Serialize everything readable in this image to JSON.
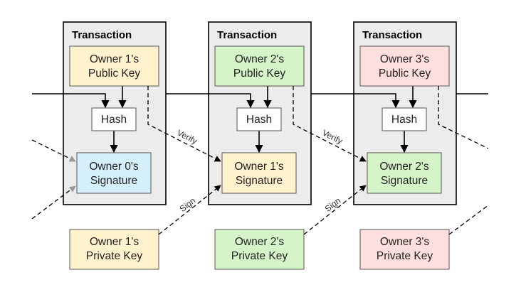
{
  "colors": {
    "yellow": "#fff2cc",
    "green": "#d5f5c8",
    "pink": "#ffdede",
    "blue": "#d6f0fb",
    "panel": "#ececec"
  },
  "transactions": [
    {
      "title": "Transaction",
      "public_key": [
        "Owner 1's",
        "Public Key"
      ],
      "hash": "Hash",
      "signature": [
        "Owner 0's",
        "Signature"
      ]
    },
    {
      "title": "Transaction",
      "public_key": [
        "Owner 2's",
        "Public Key"
      ],
      "hash": "Hash",
      "signature": [
        "Owner 1's",
        "Signature"
      ]
    },
    {
      "title": "Transaction",
      "public_key": [
        "Owner 3's",
        "Public Key"
      ],
      "hash": "Hash",
      "signature": [
        "Owner 2's",
        "Signature"
      ]
    }
  ],
  "private_keys": [
    [
      "Owner 1's",
      "Private Key"
    ],
    [
      "Owner 2's",
      "Private Key"
    ],
    [
      "Owner 3's",
      "Private Key"
    ]
  ],
  "edge_labels": {
    "verify": "Verify",
    "sign": "Sign"
  }
}
